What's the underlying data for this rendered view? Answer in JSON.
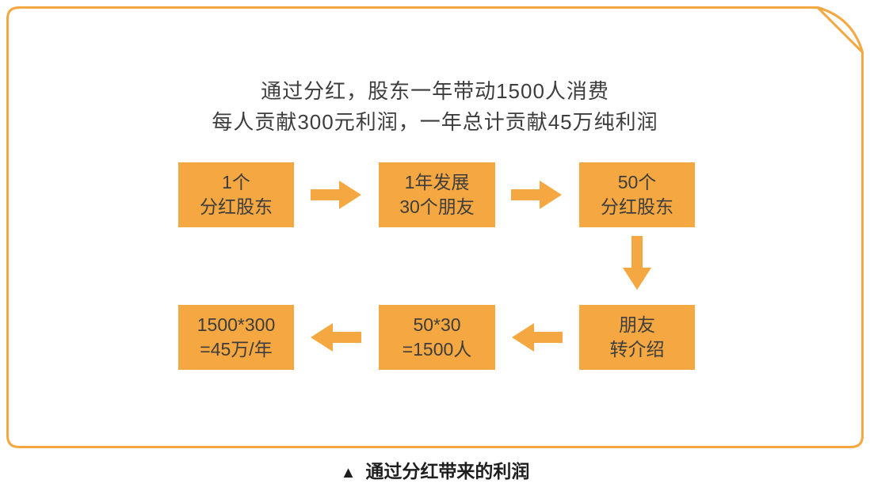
{
  "card": {
    "title": {
      "line1": "通过分红，股东一年带动1500人消费",
      "line2": "每人贡献300元利润，一年总计贡献45万纯利润"
    }
  },
  "diagram": {
    "boxes": [
      {
        "name": "box-one-dividend-shareholder",
        "line1": "1个",
        "line2": "分红股东"
      },
      {
        "name": "box-one-year-30-friends",
        "line1": "1年发展",
        "line2": "30个朋友"
      },
      {
        "name": "box-50-dividend-shareholders",
        "line1": "50个",
        "line2": "分红股东"
      },
      {
        "name": "box-friends-referral",
        "line1": "朋友",
        "line2": "转介绍"
      },
      {
        "name": "box-50x30-equals-1500",
        "line1": "50*30",
        "line2": "=1500人"
      },
      {
        "name": "box-1500x300-equals-450k",
        "line1": "1500*300",
        "line2": "=45万/年"
      }
    ],
    "arrows": [
      "right",
      "right",
      "down",
      "left",
      "left"
    ]
  },
  "caption": {
    "marker": "▲",
    "text": "通过分红带来的利润"
  },
  "colors": {
    "accent": "#F5A841",
    "box_text": "#3D3D3D",
    "caption_text": "#1F1F1F",
    "background": "#FFFFFF"
  }
}
